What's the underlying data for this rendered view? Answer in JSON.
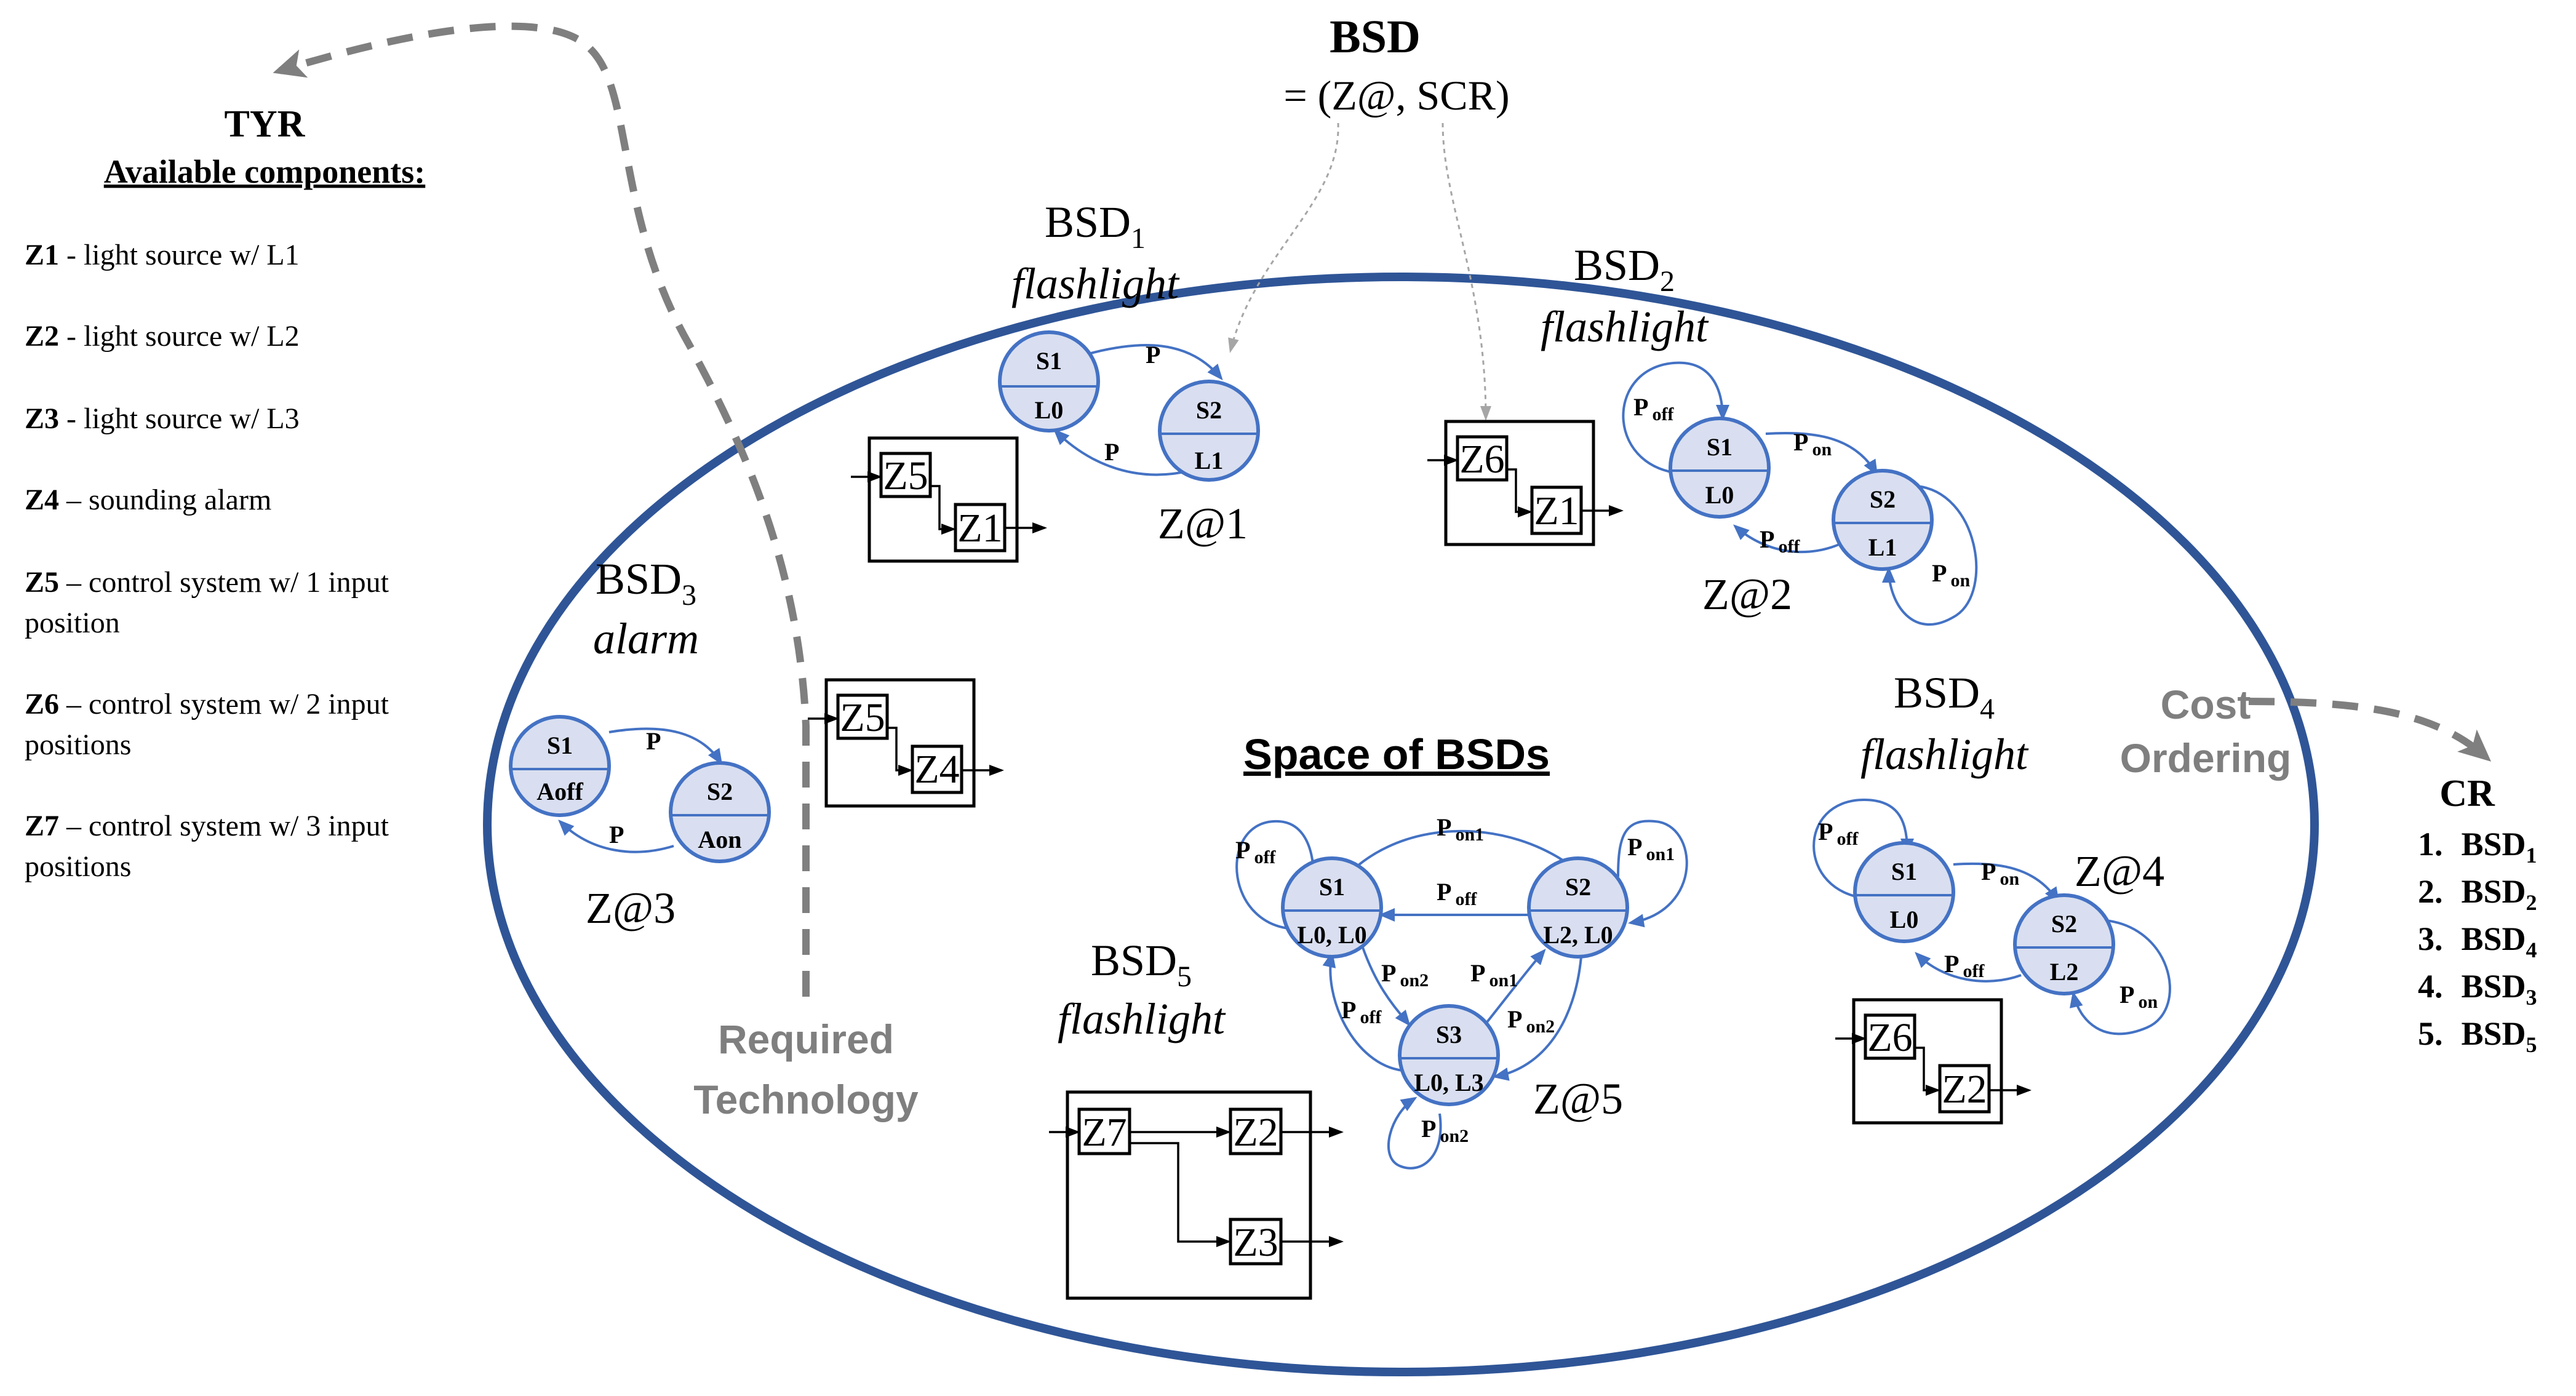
{
  "header": {
    "title": "BSD",
    "formula": "= (Z@, SCR)"
  },
  "tyr": {
    "title": "TYR",
    "subtitle": "Available components:",
    "items": [
      {
        "id": "Z1",
        "desc": " - light source w/ L1"
      },
      {
        "id": "Z2",
        "desc": " - light source w/ L2"
      },
      {
        "id": "Z3",
        "desc": " - light source w/ L3"
      },
      {
        "id": "Z4",
        "desc": " – sounding alarm"
      },
      {
        "id": "Z5",
        "desc": " – control system w/ 1 input",
        "desc2": "position"
      },
      {
        "id": "Z6",
        "desc": " – control system w/ 2 input",
        "desc2": "positions"
      },
      {
        "id": "Z7",
        "desc": " – control system w/ 3 input",
        "desc2": "positions"
      }
    ]
  },
  "space_title": "Space of BSDs",
  "required_technology": [
    "Required",
    "Technology"
  ],
  "cost_ordering": [
    "Cost",
    "Ordering"
  ],
  "cr": {
    "title": "CR",
    "items": [
      {
        "num": "1.",
        "name": "BSD",
        "sub": "1"
      },
      {
        "num": "2.",
        "name": "BSD",
        "sub": "2"
      },
      {
        "num": "3.",
        "name": "BSD",
        "sub": "4"
      },
      {
        "num": "4.",
        "name": "BSD",
        "sub": "3"
      },
      {
        "num": "5.",
        "name": "BSD",
        "sub": "5"
      }
    ]
  },
  "bsds": {
    "bsd1": {
      "name": "BSD",
      "sub": "1",
      "type": "flashlight",
      "zat": "Z@1",
      "states": [
        [
          "S1",
          "L0"
        ],
        [
          "S2",
          "L1"
        ]
      ],
      "p1": "P",
      "p2": "P",
      "blocks": [
        "Z5",
        "Z1"
      ]
    },
    "bsd2": {
      "name": "BSD",
      "sub": "2",
      "type": "flashlight",
      "zat": "Z@2",
      "states": [
        [
          "S1",
          "L0"
        ],
        [
          "S2",
          "L1"
        ]
      ],
      "blocks": [
        "Z6",
        "Z1"
      ]
    },
    "bsd3": {
      "name": "BSD",
      "sub": "3",
      "type": "alarm",
      "zat": "Z@3",
      "states": [
        [
          "S1",
          "Aoff"
        ],
        [
          "S2",
          "Aon"
        ]
      ],
      "p1": "P",
      "p2": "P",
      "blocks": [
        "Z5",
        "Z4"
      ]
    },
    "bsd4": {
      "name": "BSD",
      "sub": "4",
      "type": "flashlight",
      "zat": "Z@4",
      "states": [
        [
          "S1",
          "L0"
        ],
        [
          "S2",
          "L2"
        ]
      ],
      "blocks": [
        "Z6",
        "Z2"
      ]
    },
    "bsd5": {
      "name": "BSD",
      "sub": "5",
      "type": "flashlight",
      "zat": "Z@5",
      "states": [
        [
          "S1",
          "L0, L0"
        ],
        [
          "S2",
          "L2, L0"
        ],
        [
          "S3",
          "L0, L3"
        ]
      ],
      "blocks": [
        "Z7",
        "Z2",
        "Z3"
      ]
    }
  },
  "p_labels": {
    "p": "P",
    "off": "off",
    "on": "on",
    "on1": "on1",
    "on2": "on2"
  },
  "colors": {
    "state_fill": "#d9dff0",
    "state_stroke": "#4472c4",
    "ellipse": "#2f5597",
    "dash": "#7f7f7f"
  }
}
